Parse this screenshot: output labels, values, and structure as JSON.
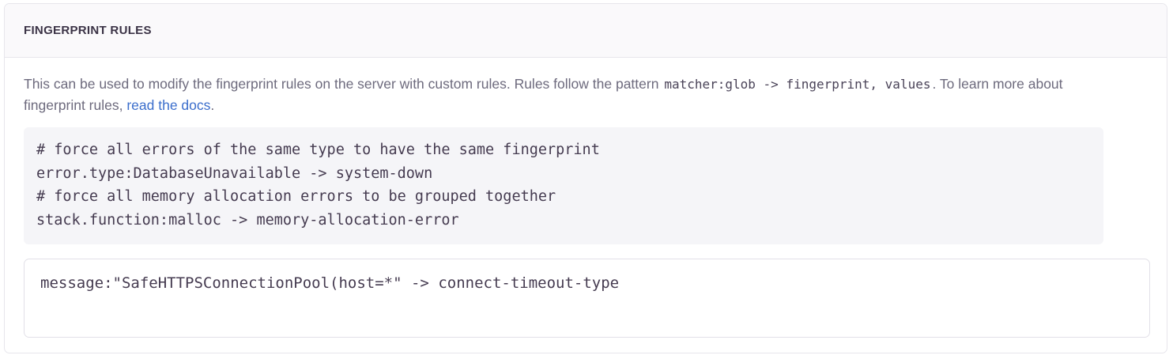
{
  "panel": {
    "title": "FINGERPRINT RULES",
    "help": {
      "part1": "This can be used to modify the fingerprint rules on the server with custom rules. Rules follow the pattern ",
      "inline_code": "matcher:glob -> fingerprint, values",
      "part2": ". To learn more about fingerprint rules, ",
      "link_label": "read the docs",
      "part3": "."
    },
    "example_code": "# force all errors of the same type to have the same fingerprint\nerror.type:DatabaseUnavailable -> system-down\n# force all memory allocation errors to be grouped together\nstack.function:malloc -> memory-allocation-error",
    "rules_input": {
      "value": "message:\"SafeHTTPSConnectionPool(host=*\" -> connect-timeout-type",
      "placeholder": "matcher:glob -> fingerprint, values"
    }
  },
  "colors": {
    "link": "#3b6ecc",
    "header_bg": "#faf9fb",
    "border": "#e7e6ec",
    "code_bg": "#f5f5f8",
    "title_text": "#3b3346",
    "body_text": "#6d6a7d",
    "code_text": "#453b50"
  }
}
